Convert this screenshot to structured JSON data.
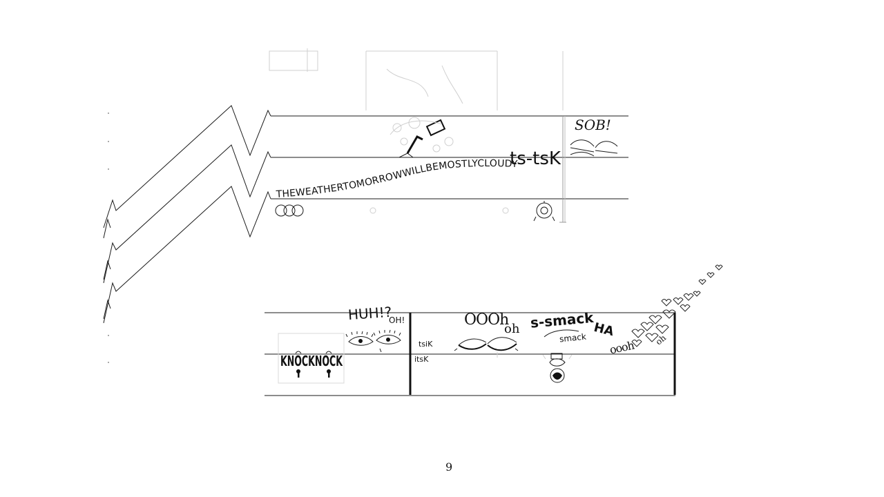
{
  "score": {
    "weather_text": "THEWEATHERTOMORROWWILLBEMOSTLYCLOUDY",
    "tsk_upper": "ts-tsK",
    "sob": "SOB!",
    "huh": "HUH!?",
    "oh_small": "OH!",
    "knock": "KNOCKNOCK",
    "tsk_lower_1": "tsiK",
    "tsk_lower_2": "itsK",
    "oooh": "OOOh",
    "oh_lower": "oh",
    "smack_large": "s-smack",
    "smack_small": "smack",
    "ha": "HA",
    "ooh_trail": "oooh",
    "uh_trail": "oh",
    "page_number": "9"
  }
}
